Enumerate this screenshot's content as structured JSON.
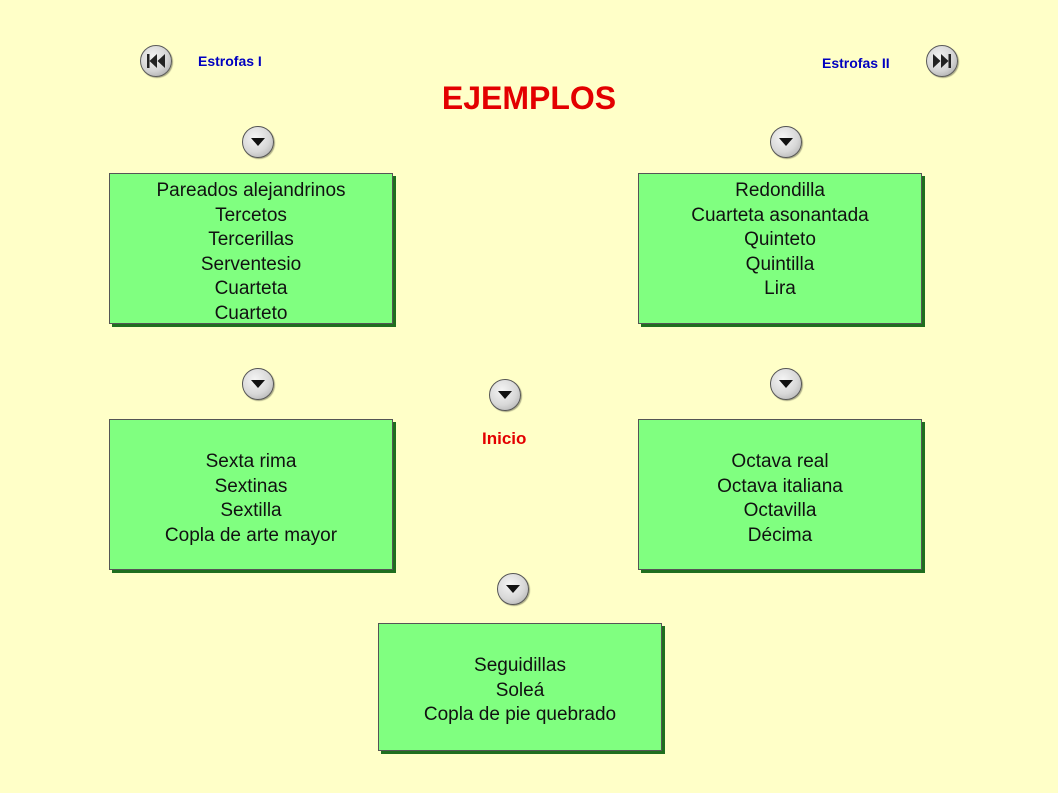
{
  "nav": {
    "prev_label": "Estrofas I",
    "next_label": "Estrofas II",
    "prev_icon": "rewind-icon",
    "next_icon": "fast-forward-icon"
  },
  "title": "EJEMPLOS",
  "inicio_label": "Inicio",
  "boxes": [
    {
      "items": [
        "Pareados alejandrinos",
        "Tercetos",
        "Tercerillas",
        "Serventesio",
        "Cuarteta",
        "Cuarteto"
      ]
    },
    {
      "items": [
        "Redondilla",
        "Cuarteta asonantada",
        "Quinteto",
        "Quintilla",
        "Lira"
      ]
    },
    {
      "items": [
        "Sexta rima",
        "Sextinas",
        "Sextilla",
        "Copla de arte mayor"
      ]
    },
    {
      "items": [
        "Octava real",
        "Octava italiana",
        "Octavilla",
        "Décima"
      ]
    },
    {
      "items": [
        "Seguidillas",
        "Soleá",
        "Copla de pie quebrado"
      ]
    }
  ],
  "colors": {
    "background": "#ffffc8",
    "box_fill": "#80ff80",
    "title": "#e30000",
    "nav_link": "#0000c0"
  }
}
